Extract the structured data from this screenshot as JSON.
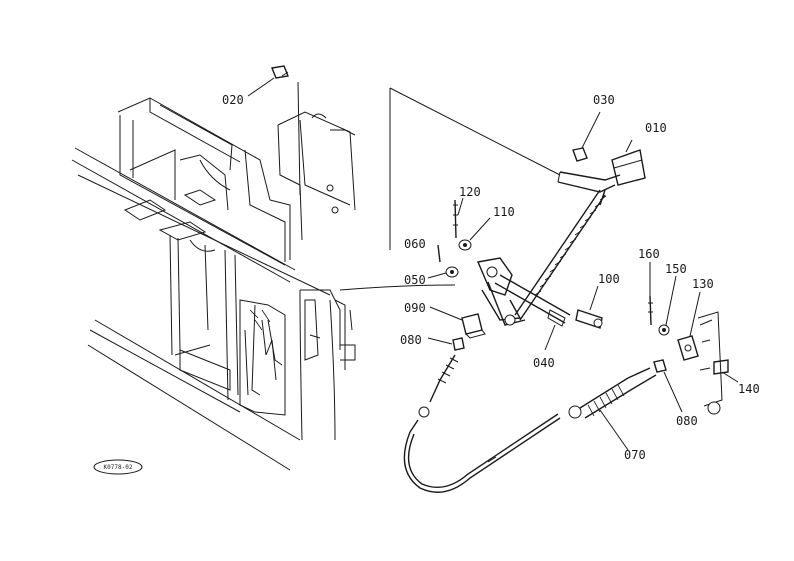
{
  "diagram": {
    "reference_code": "K0778-02",
    "part_labels": {
      "p010": "010",
      "p020": "020",
      "p030": "030",
      "p040": "040",
      "p050": "050",
      "p060": "060",
      "p070": "070",
      "p080a": "080",
      "p080b": "080",
      "p090": "090",
      "p100": "100",
      "p110": "110",
      "p120": "120",
      "p130": "130",
      "p140": "140",
      "p150": "150",
      "p160": "160"
    }
  }
}
